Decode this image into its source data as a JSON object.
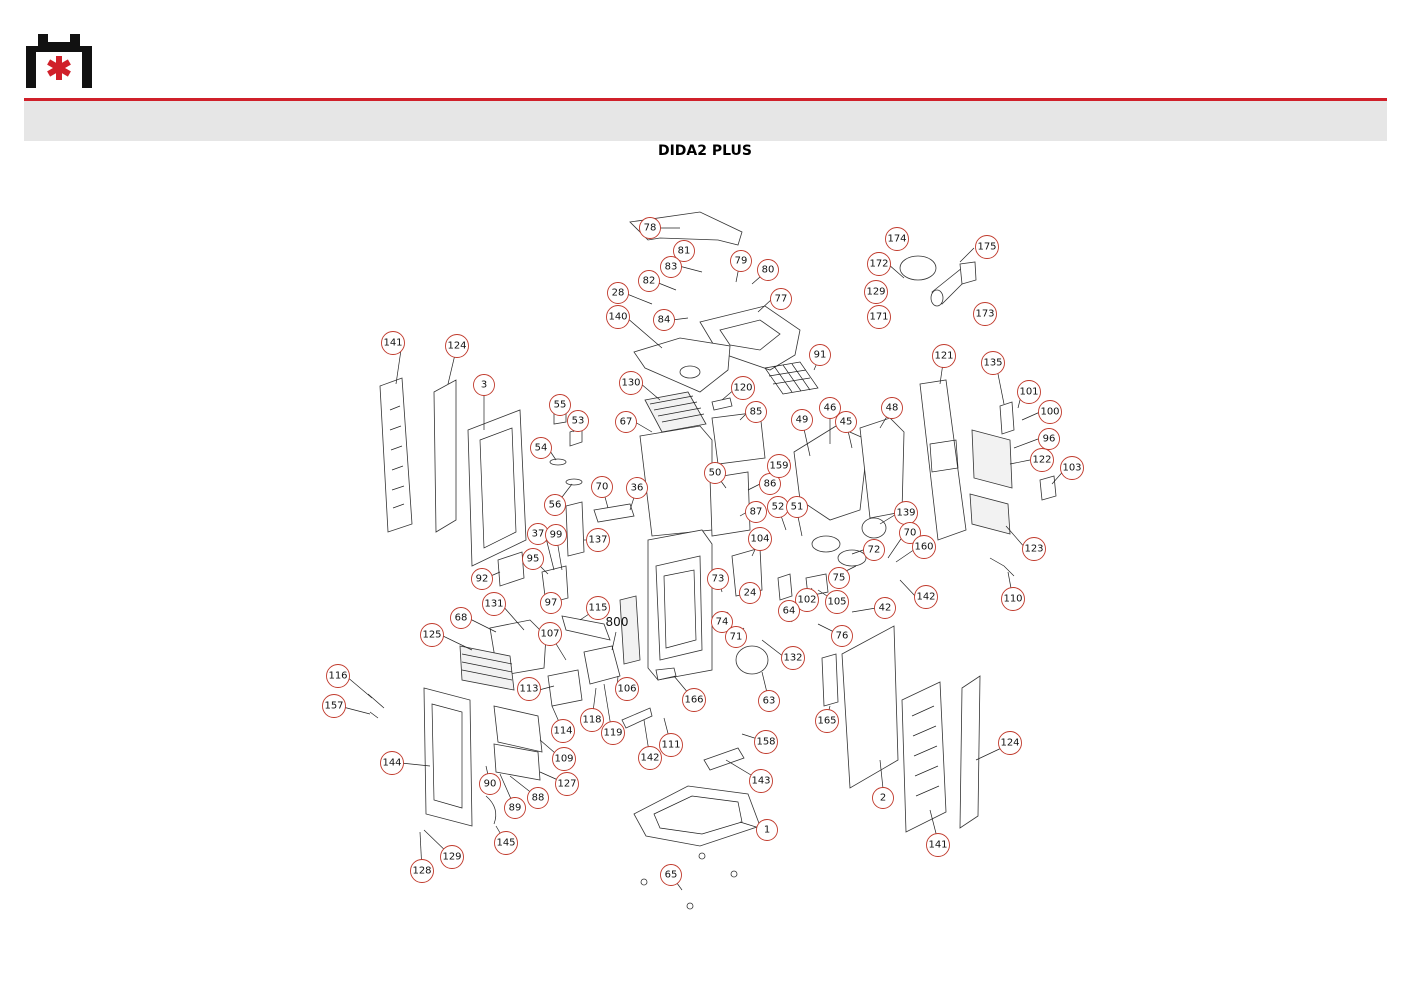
{
  "header": {
    "title": "DIDA2 PLUS",
    "accent_color": "#d0202a",
    "logo_icon": "brand-logo-icon"
  },
  "callouts": [
    "78",
    "81",
    "83",
    "79",
    "80",
    "82",
    "28",
    "84",
    "77",
    "140",
    "91",
    "174",
    "175",
    "172",
    "129",
    "171",
    "173",
    "141",
    "124",
    "3",
    "130",
    "120",
    "85",
    "121",
    "135",
    "101",
    "100",
    "96",
    "122",
    "103",
    "55",
    "53",
    "54",
    "56",
    "67",
    "49",
    "46",
    "45",
    "48",
    "70",
    "36",
    "50",
    "86",
    "87",
    "159",
    "139",
    "52",
    "51",
    "37",
    "99",
    "137",
    "95",
    "92",
    "97",
    "104",
    "72",
    "70",
    "160",
    "73",
    "24",
    "75",
    "102",
    "105",
    "142",
    "110",
    "123",
    "131",
    "68",
    "107",
    "115",
    "800",
    "64",
    "74",
    "71",
    "76",
    "42",
    "125",
    "132",
    "113",
    "106",
    "118",
    "119",
    "166",
    "63",
    "165",
    "116",
    "157",
    "114",
    "109",
    "127",
    "111",
    "142",
    "158",
    "143",
    "124",
    "144",
    "90",
    "89",
    "88",
    "145",
    "1",
    "2",
    "141",
    "129",
    "128",
    "65"
  ]
}
